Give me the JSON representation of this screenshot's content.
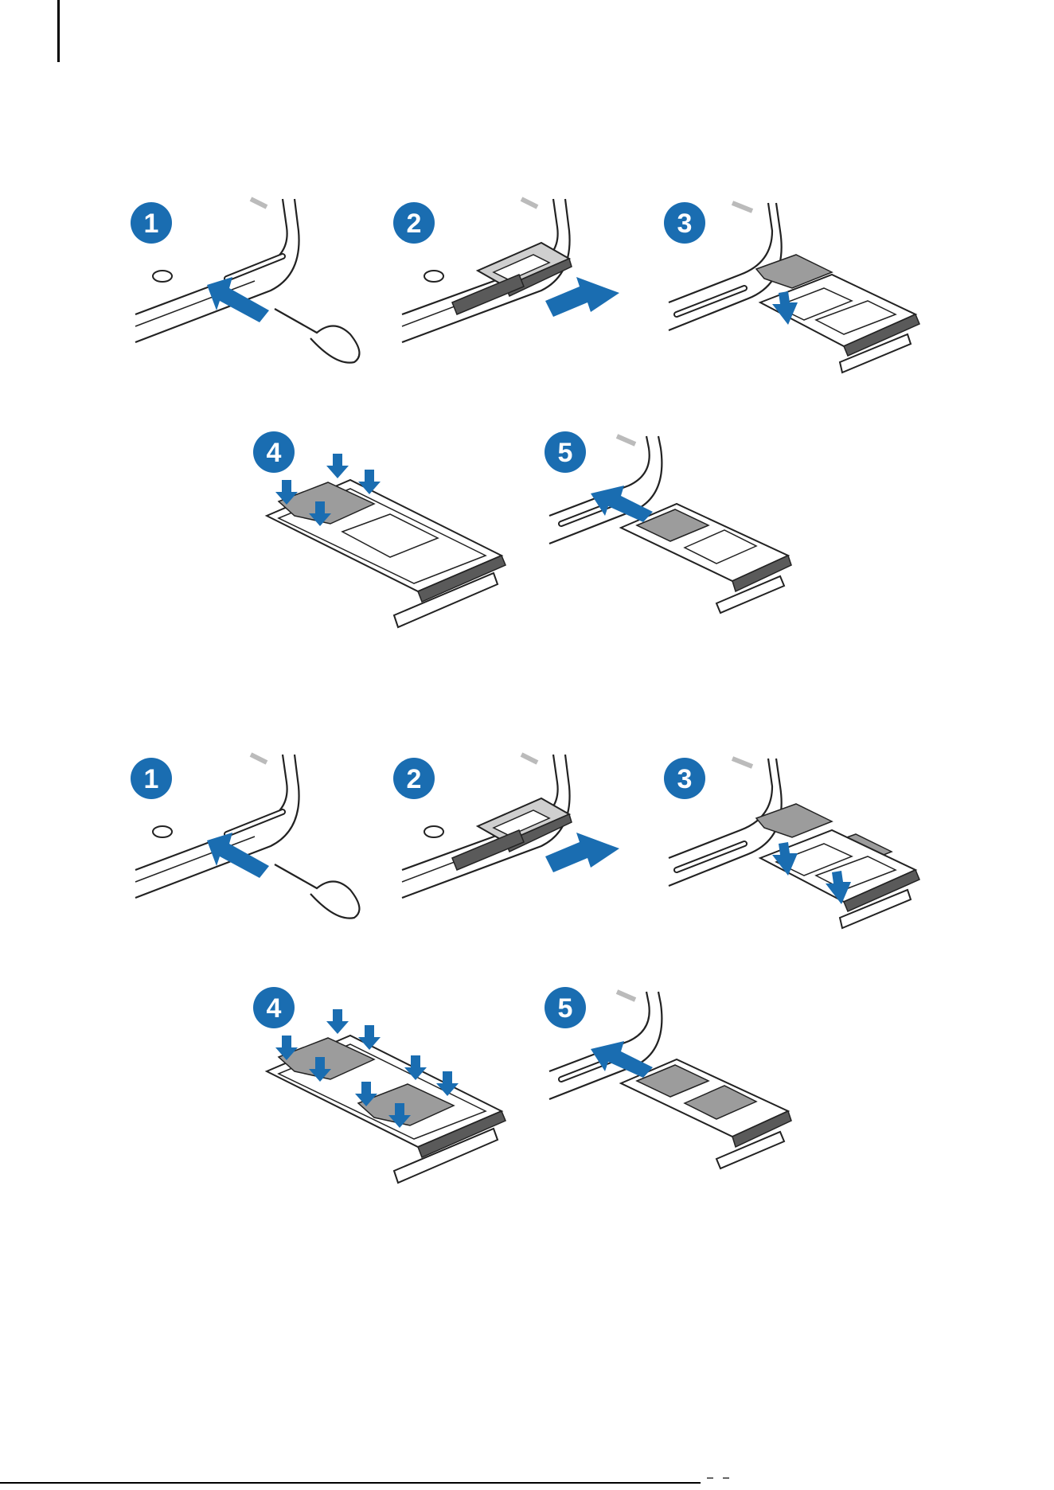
{
  "colors": {
    "step_badge": "#1a6db1",
    "arrow": "#1a6db1",
    "line": "#222222",
    "card": "#9c9c9c",
    "tray": "#5a5a5a"
  },
  "sections": [
    {
      "steps": [
        {
          "number": "1",
          "action": "eject-pin-icon"
        },
        {
          "number": "2",
          "action": "tray-pull-icon"
        },
        {
          "number": "3",
          "action": "card-place-icon"
        },
        {
          "number": "4",
          "action": "card-press-icon"
        },
        {
          "number": "5",
          "action": "tray-insert-icon"
        }
      ]
    },
    {
      "steps": [
        {
          "number": "1",
          "action": "eject-pin-icon"
        },
        {
          "number": "2",
          "action": "tray-pull-icon"
        },
        {
          "number": "3",
          "action": "card-place-icon"
        },
        {
          "number": "4",
          "action": "card-press-icon"
        },
        {
          "number": "5",
          "action": "tray-insert-icon"
        }
      ]
    }
  ]
}
